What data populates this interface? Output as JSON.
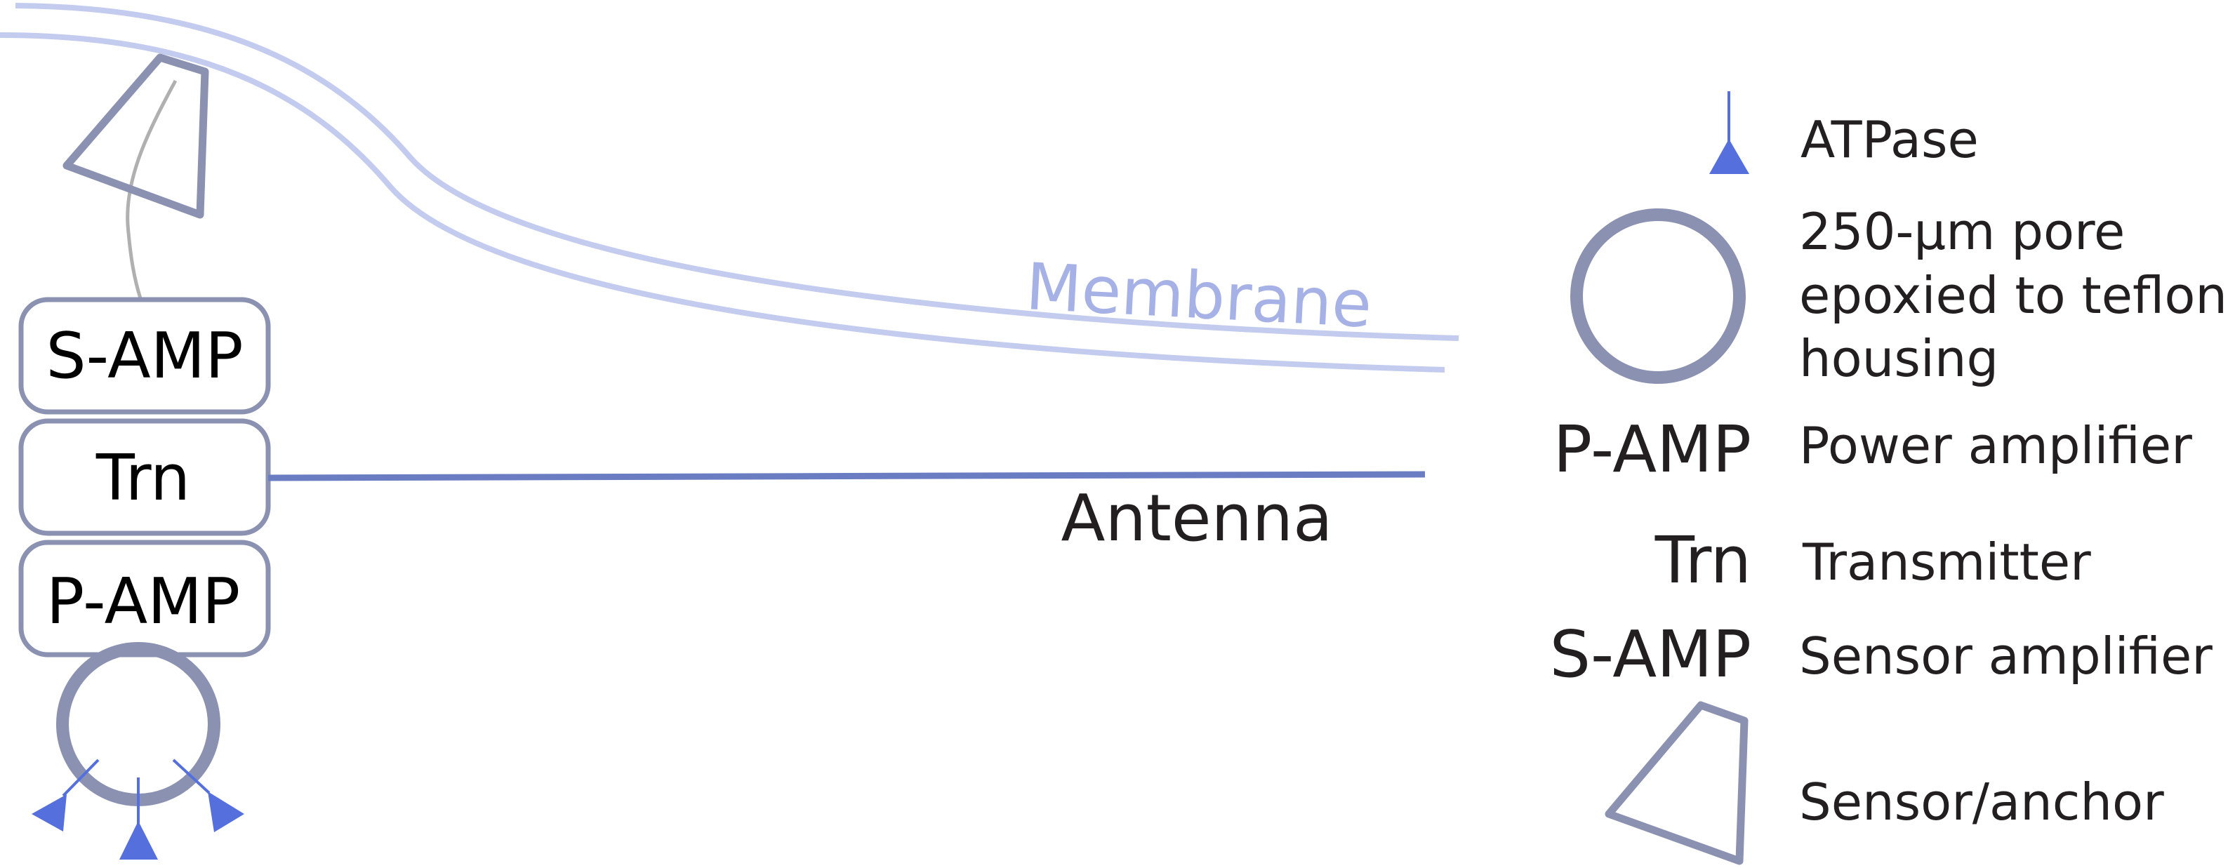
{
  "colors": {
    "membrane": "#c3ccef",
    "membrane_label": "#a6b2e6",
    "module_stroke": "#8a91b1",
    "antenna": "#6a7dc2",
    "atpase": "#5570dd",
    "wire": "#b0b0b0",
    "text": "#231f20"
  },
  "labels": {
    "membrane": "Membrane",
    "antenna": "Antenna"
  },
  "stack": {
    "s_amp": "S-AMP",
    "trn": "Trn",
    "p_amp": "P-AMP"
  },
  "legend": {
    "atpase": {
      "description": "ATPase"
    },
    "pore": {
      "line1": "250-µm pore",
      "line2": "epoxied to teflon",
      "line3": "housing"
    },
    "p_amp": {
      "abbr": "P-AMP",
      "description": "Power amplifier"
    },
    "trn": {
      "abbr": "Trn",
      "description": "Transmitter"
    },
    "s_amp": {
      "abbr": "S-AMP",
      "description": "Sensor amplifier"
    },
    "sensor": {
      "description": "Sensor/anchor"
    }
  }
}
